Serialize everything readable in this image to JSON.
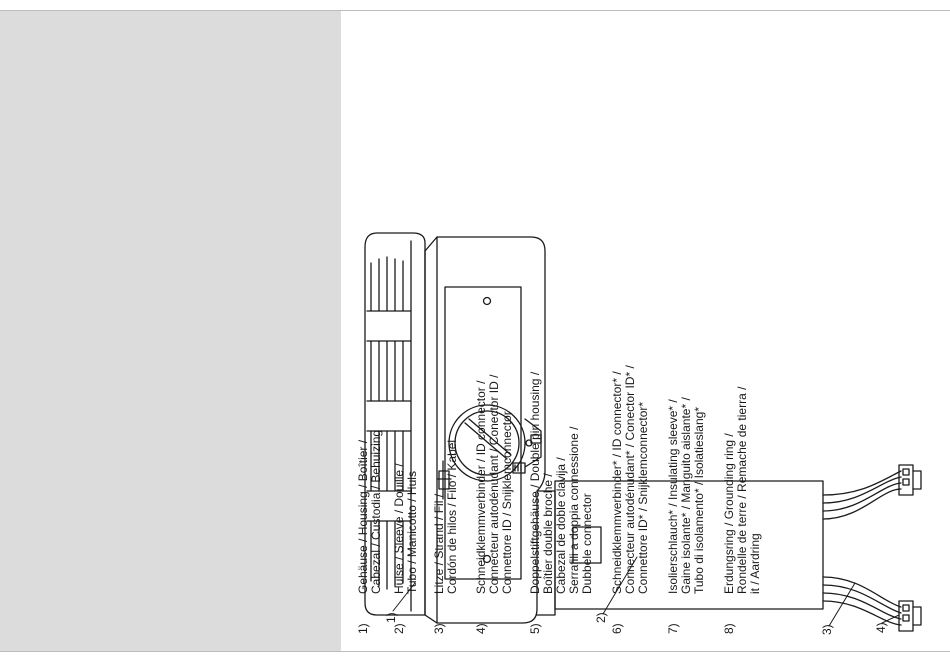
{
  "callouts": {
    "housing": "1)",
    "sleeve": "2)",
    "strand": "3)",
    "id_connector": "4)"
  },
  "legend": {
    "items": [
      {
        "num": "1)",
        "lines": [
          "Gehäuse / Housing / Boîtier /",
          "Cabezal / Custodia / Behuizing"
        ]
      },
      {
        "num": "2)",
        "lines": [
          "Hülse / Sleeve / Douille /",
          "Tubo / Manicotto / Huls"
        ]
      },
      {
        "num": "3)",
        "lines": [
          "Litze / Strand / Fil /",
          "Cordón de hilos / Filo / Kabel"
        ]
      },
      {
        "num": "4)",
        "lines": [
          "Schneidklemmverbinder / ID connector /",
          "Connecteur autodénudant / Conector ID /",
          "Connettore ID / Snijklemconnector"
        ]
      },
      {
        "num": "5)",
        "lines": [
          "Doppelstiftgehäuse / Double pin housing /",
          "Boîtier double broche /",
          "Cabezal de doble clavija /",
          "Serrafili a doppia connessione /",
          "Dubbele connector"
        ]
      },
      {
        "num": "6)",
        "lines": [
          "Schneidklemmverbinder* / ID connector* /",
          "Connecteur autodénudant* / Conector ID* /",
          "Connettore ID* / Snijklemconnector*"
        ]
      },
      {
        "num": "7)",
        "lines": [
          "Isolierschlauch* / Insulating sleeve* /",
          "Gaine isolante* / Manguito aislante* /",
          "Tubo di isolamento* / Isolatieslang*"
        ]
      },
      {
        "num": "8)",
        "lines": [
          "Erdungsring / Grounding ring /",
          "Rondelle de terre / Remache de tierra /",
          "it / Aardring"
        ]
      }
    ]
  }
}
